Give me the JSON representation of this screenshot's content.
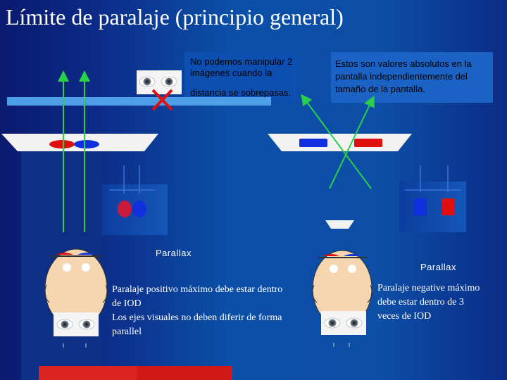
{
  "slide": {
    "title": "Límite de paralaje (principio general)",
    "note_top": {
      "line1": "No podemos manipular 2",
      "line2": "imágenes cuando la",
      "line3": "distancia se sobrepasas."
    },
    "note_right": {
      "lines": [
        "Estos son valores absolutos en la",
        "pantalla independientemente del",
        "tamaño de la pantalla."
      ]
    },
    "left_diagram": {
      "parallax_label": "Parallax",
      "caption": [
        "Paralaje positivo máximo debe estar dentro",
        "de IOD",
        "Los ejes visuales no deben diferir de forma",
        "parallel"
      ]
    },
    "right_diagram": {
      "parallax_label": "Parallax",
      "caption": [
        "Paralaje negative máximo",
        "debe estar dentro de 3",
        "veces de IOD"
      ]
    },
    "colors": {
      "background": "#0b3f9c",
      "red": "#e01010",
      "blue": "#1030e0",
      "green": "#2bd04a",
      "screen": "#f2f2f2",
      "note_box": "#2a66c8"
    },
    "icons": [
      "eyes-icon",
      "x-mark-icon",
      "head-icon",
      "3d-glasses-icon"
    ]
  }
}
